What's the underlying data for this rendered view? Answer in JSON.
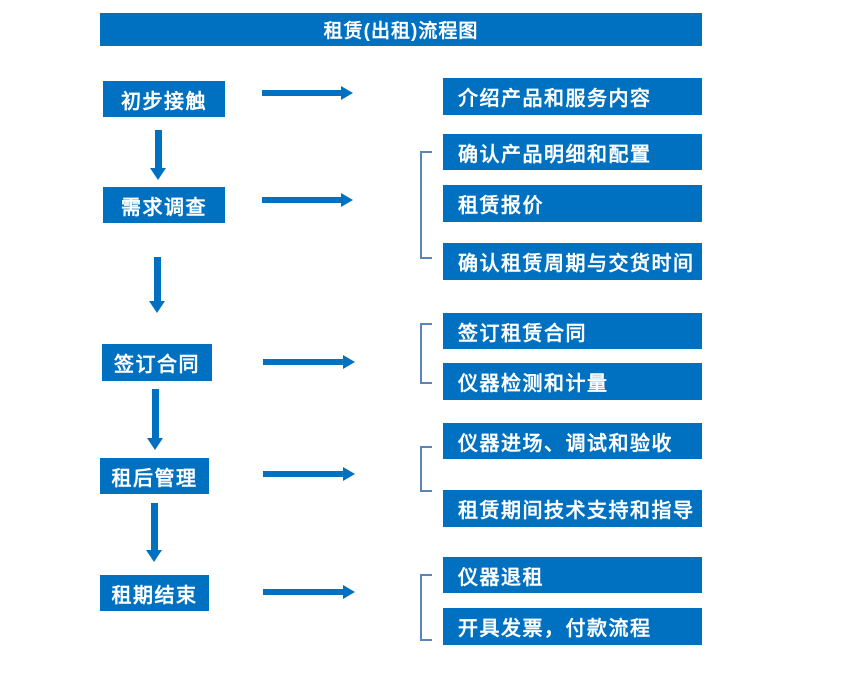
{
  "page": {
    "title": "租赁(出租)流程图"
  },
  "colors": {
    "primary": "#0070C0",
    "bracket": "#5B84B8",
    "box_text": "#FFFFFF",
    "background": "#FFFFFF"
  },
  "flow": {
    "steps": [
      {
        "label": "初步接触",
        "details": [
          "介绍产品和服务内容"
        ]
      },
      {
        "label": "需求调查",
        "details": [
          "确认产品明细和配置",
          "租赁报价",
          "确认租赁周期与交货时间"
        ]
      },
      {
        "label": "签订合同",
        "details": [
          "签订租赁合同",
          "仪器检测和计量"
        ]
      },
      {
        "label": "租后管理",
        "details": [
          "仪器进场、调试和验收",
          "租赁期间技术支持和指导"
        ]
      },
      {
        "label": "租期结束",
        "details": [
          "仪器退租",
          "开具发票，付款流程"
        ]
      }
    ]
  }
}
